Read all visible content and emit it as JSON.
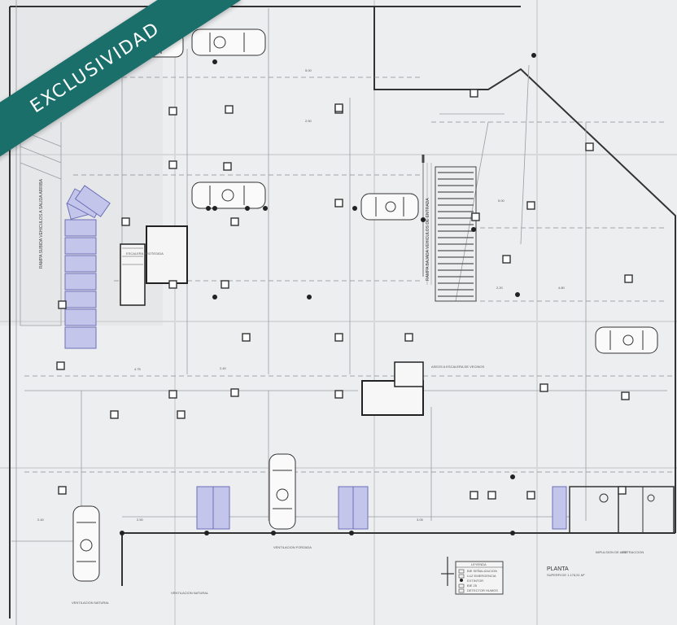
{
  "badge": {
    "label": "EXCLUSIVIDAD",
    "color": "#1b6f6b"
  },
  "plan": {
    "title": "PLANTA",
    "surface_note": "SUPERFICIE 1.178,51 M²",
    "ramp_label": "RAMPA SUBIDA VEHICULOS A SALIDA ARRIBA",
    "ramp2_label": "RAMPA BAJADA VEHICULOS DE ENTRADA",
    "stair_label": "ESCALERA PROTEGIDA",
    "room_label": "ASEOS A ESCALERA DE VECINOS",
    "vent_label_1": "VENTILACION NATURAL",
    "vent_label_2": "VENTILACION NATURAL",
    "vent_label_3": "VENTILACION FORZADA",
    "impulsion_label": "IMPULSION DE AIRE",
    "extraction_label": "EXTRACCION",
    "highlight_color": "#c3c5ea",
    "legend": {
      "title": "LEYENDA",
      "items": [
        "BIE SEÑALIZACION",
        "LUZ EMERGENCIA",
        "EXTINTOR",
        "BIE 25",
        "DETECTOR HUMOS"
      ]
    },
    "dims": [
      "5.00",
      "2.50",
      "4.75",
      "2.40",
      "5.00",
      "2.20",
      "4.80",
      "2.50",
      "3.05",
      "2.40"
    ]
  }
}
